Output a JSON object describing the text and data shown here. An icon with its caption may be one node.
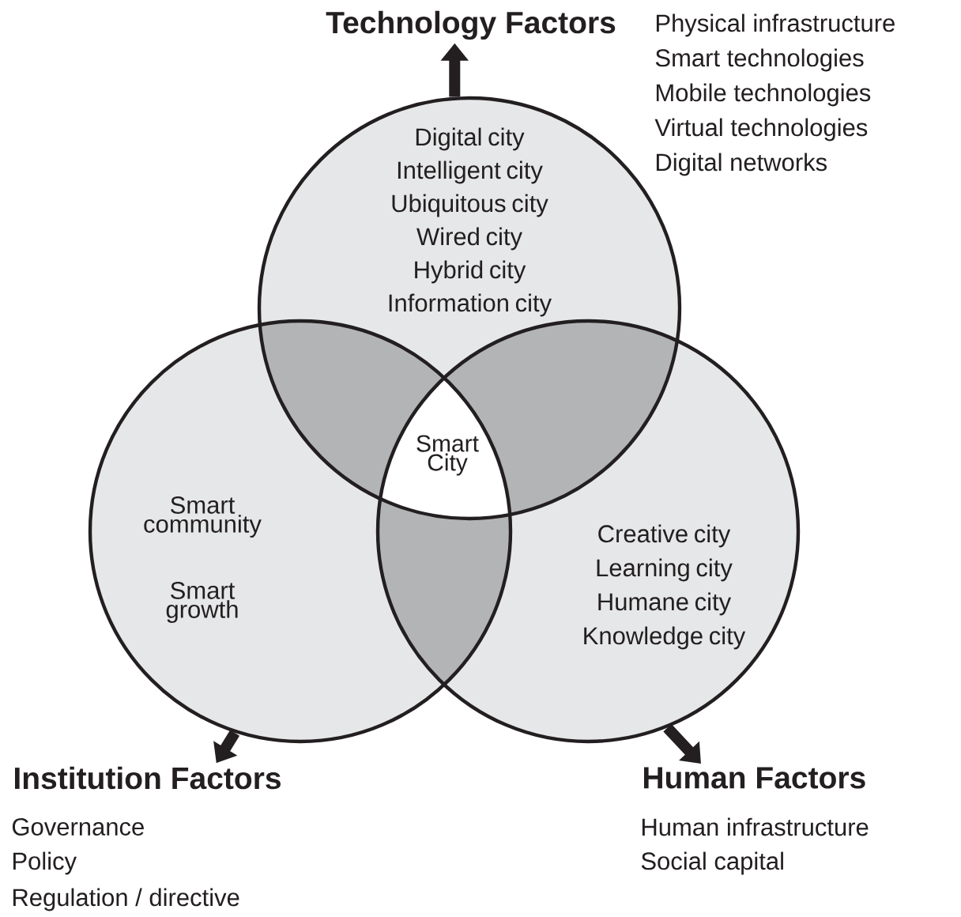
{
  "diagram": {
    "nodes": [
      {
        "text": [
          "Digital city",
          "Intelligent city",
          "Ubiquitous city",
          "Wired city",
          "Hybrid city",
          "Information city"
        ]
      },
      {
        "text": [
          "Smart community",
          "Smart growth"
        ]
      },
      {
        "text": [
          "Creative city",
          "Learning city",
          "Humane city",
          "Knowledge city"
        ]
      },
      {
        "text": [
          "Smart City"
        ]
      },
      {
        "text": [
          "Technology Factors"
        ],
        "beside": [
          "Physical infrastructure",
          "Smart technologies",
          "Mobile technologies",
          "Virtual technologies",
          "Digital networks"
        ]
      },
      {
        "text": [
          "Institution Factors"
        ],
        "beside": [
          "Governance",
          "Policy",
          "Regulation / directive"
        ]
      },
      {
        "text": [
          "Human Factors"
        ],
        "beside": [
          "Human infrastructure",
          "Social capital"
        ]
      }
    ],
    "edges": [
      {
        "from": 0,
        "to": 4,
        "arrow": "to"
      },
      {
        "from": 1,
        "to": 5,
        "arrow": "to"
      },
      {
        "from": 2,
        "to": 6,
        "arrow": "to"
      }
    ]
  }
}
